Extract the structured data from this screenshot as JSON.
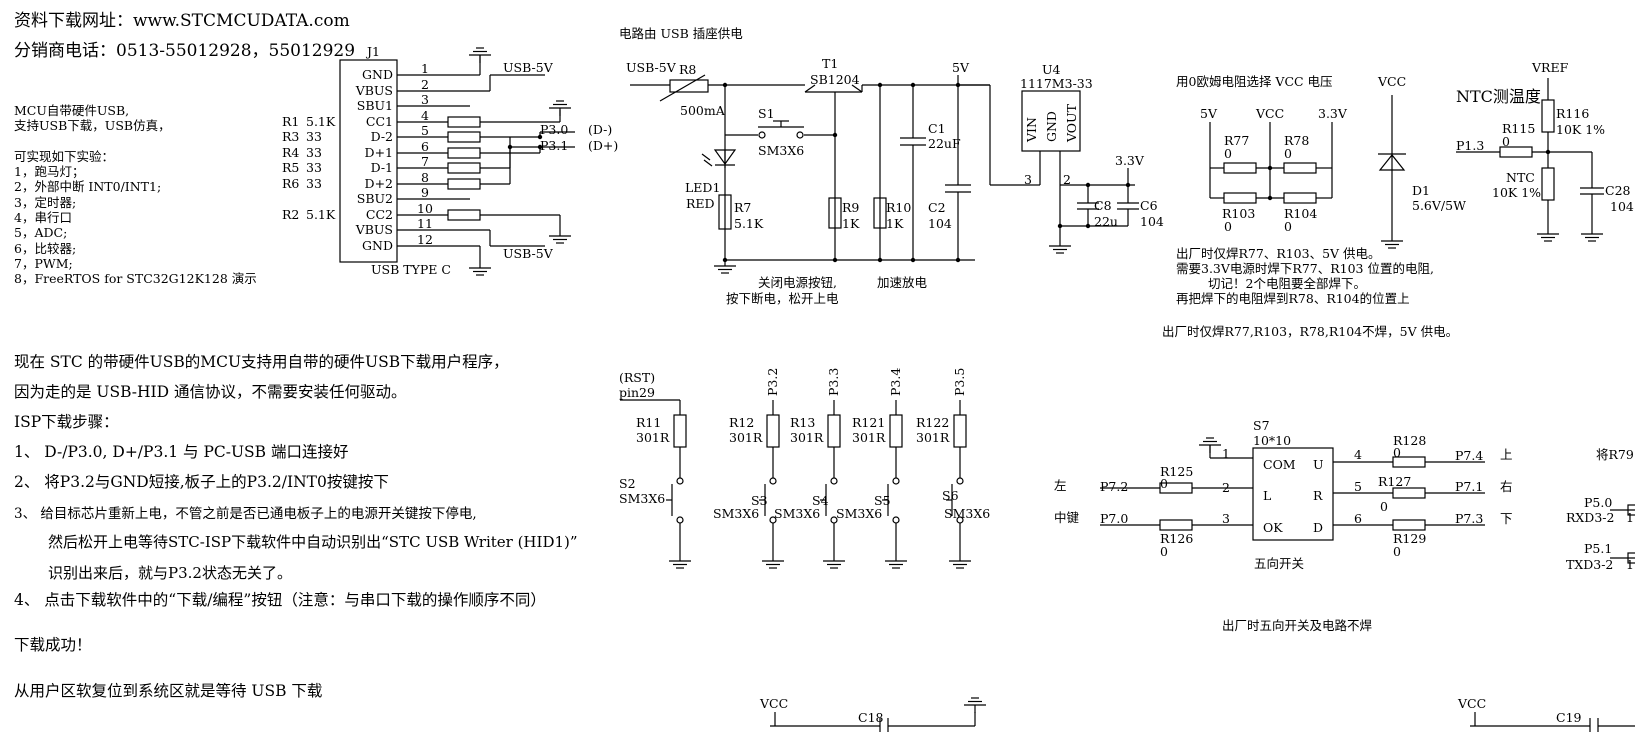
{
  "header": {
    "site": "资料下载网址：www.STCMCUDATA.com",
    "phone": "分销商电话：0513-55012928，55012929"
  },
  "mcu_notes": {
    "lines": [
      "MCU自带硬件USB,",
      "支持USB下载，USB仿真，",
      "",
      "可实现如下实验：",
      "1，跑马灯；",
      "2，外部中断 INT0/INT1;",
      "3，定时器;",
      "4，串行口",
      "5，ADC;",
      "6，比较器;",
      "7，PWM;",
      "8，FreeRTOS for STC32G12K128 演示"
    ]
  },
  "usb_connector": {
    "ref": "J1",
    "name": "USB TYPE C",
    "pins": [
      {
        "label": "GND",
        "num": "1"
      },
      {
        "label": "VBUS",
        "num": "2"
      },
      {
        "label": "SBU1",
        "num": "3"
      },
      {
        "label": "CC1",
        "num": "4"
      },
      {
        "label": "D-2",
        "num": "5"
      },
      {
        "label": "D+1",
        "num": "6"
      },
      {
        "label": "D-1",
        "num": "7"
      },
      {
        "label": "D+2",
        "num": "8"
      },
      {
        "label": "SBU2",
        "num": "9"
      },
      {
        "label": "CC2",
        "num": "10"
      },
      {
        "label": "VBUS",
        "num": "11"
      },
      {
        "label": "GND",
        "num": "12"
      }
    ],
    "resistors": [
      {
        "ref": "R1",
        "val": "5.1K"
      },
      {
        "ref": "R3",
        "val": "33"
      },
      {
        "ref": "R4",
        "val": "33"
      },
      {
        "ref": "R5",
        "val": "33"
      },
      {
        "ref": "R6",
        "val": "33"
      },
      {
        "ref": "R2",
        "val": "5.1K"
      }
    ],
    "net_usb5v": "USB-5V",
    "net_p30": "P3.0",
    "net_p31": "P3.1",
    "dminus": "(D-)",
    "dplus": "(D+)"
  },
  "power": {
    "title": "电路由 USB 插座供电",
    "usb5v": "USB-5V",
    "r8": "R8",
    "r8_val": "500mA",
    "s1": "S1",
    "s1_val": "SM3X6",
    "t1": "T1",
    "t1_val": "SB1204",
    "led": "LED1",
    "led_val": "RED",
    "r7": "R7",
    "r7_val": "5.1K",
    "r9": "R9",
    "r9_val": "1K",
    "r10": "R10",
    "r10_val": "1K",
    "c1": "C1",
    "c1_val": "22uF",
    "c2": "C2",
    "c2_val": "104",
    "net_5v": "5V",
    "note_switch_1": "关闭电源按钮,",
    "note_switch_2": "按下断电，松开上电",
    "note_discharge": "加速放电"
  },
  "regulator": {
    "ref": "U4",
    "part": "1117M3-33",
    "vin": "VIN",
    "gnd": "GND",
    "vout": "VOUT",
    "pin3": "3",
    "pin2": "2",
    "net_33v": "3.3V",
    "c8": "C8",
    "c8_val": "22u",
    "c6": "C6",
    "c6_val": "104"
  },
  "vcc_select": {
    "title": "用0欧姆电阻选择 VCC 电压",
    "net_5v": "5V",
    "net_vcc": "VCC",
    "net_33v": "3.3V",
    "r77": "R77",
    "r78": "R78",
    "r103": "R103",
    "r104": "R104",
    "zero": "0",
    "vcc2": "VCC",
    "d1": "D1",
    "d1_val": "5.6V/5W",
    "notes": [
      "出厂时仅焊R77、R103、5V 供电。",
      "需要3.3V电源时焊下R77、R103 位置的电阻,",
      "切记！2个电阻要全部焊下。",
      "再把焊下的电阻焊到R78、R104的位置上"
    ],
    "factory": "出厂时仅焊R77,R103，R78,R104不焊，5V 供电。"
  },
  "ntc": {
    "title": "NTC测温度",
    "vref": "VREF",
    "r116": "R116",
    "r116_val": "10K 1%",
    "r115": "R115",
    "r115_val": "0",
    "p13": "P1.3",
    "ntc": "NTC",
    "ntc_val": "10K 1%",
    "c28": "C28",
    "c28_val": "104"
  },
  "download_steps": {
    "line1": "现在 STC 的带硬件USB的MCU支持用自带的硬件USB下载用户程序，",
    "line2": "因为走的是 USB-HID 通信协议，不需要安装任何驱动。",
    "line3": "ISP下载步骤：",
    "step1": "1、 D-/P3.0, D+/P3.1 与 PC-USB 端口连接好",
    "step2": "2、 将P3.2与GND短接,板子上的P3.2/INT0按键按下",
    "step3": "3、 给目标芯片重新上电，不管之前是否已通电板子上的电源开关键按下停电,",
    "step3b": "然后松开上电等待STC-ISP下载软件中自动识别出“STC USB Writer (HID1)”",
    "step3c": "识别出来后，就与P3.2状态无关了。",
    "step4": "4、 点击下载软件中的“下载/编程”按钮（注意：与串口下载的操作顺序不同）",
    "success": "下载成功！",
    "reset": "从用户区软复位到系统区就是等待 USB 下载"
  },
  "buttons": {
    "rst": "(RST)",
    "pin29": "pin29",
    "items": [
      {
        "net": "",
        "r": "R11",
        "rv": "301R",
        "s": "S2",
        "sv": "SM3X6"
      },
      {
        "net": "P3.2",
        "r": "R12",
        "rv": "301R",
        "s": "S3",
        "sv": "SM3X6"
      },
      {
        "net": "P3.3",
        "r": "R13",
        "rv": "301R",
        "s": "S4",
        "sv": "SM3X6"
      },
      {
        "net": "P3.4",
        "r": "R121",
        "rv": "301R",
        "s": "S5",
        "sv": "SM3X6"
      },
      {
        "net": "P3.5",
        "r": "R122",
        "rv": "301R",
        "s": "S6",
        "sv": "SM3X6"
      }
    ]
  },
  "five_way": {
    "ref": "S7",
    "size": "10*10",
    "com": "COM",
    "l": "L",
    "ok": "OK",
    "u": "U",
    "r": "R",
    "d": "D",
    "p1": "1",
    "p2": "2",
    "p3": "3",
    "p4": "4",
    "p5": "5",
    "p6": "6",
    "left": "左",
    "center": "中键",
    "up": "上",
    "right": "右",
    "down": "下",
    "p72": "P7.2",
    "p70": "P7.0",
    "p74": "P7.4",
    "p71": "P7.1",
    "p73": "P7.3",
    "r125": "R125",
    "r126": "R126",
    "r127": "R127",
    "r128": "R128",
    "r129": "R129",
    "zero": "0",
    "name": "五向开关",
    "factory": "出厂时五向开关及电路不焊"
  },
  "right_edge": {
    "note": "将R79",
    "p50": "P5.0",
    "rxd": "RXD3-2",
    "p51": "P5.1",
    "txd": "TXD3-2",
    "one": "1("
  },
  "bottom": {
    "vcc1": "VCC",
    "c18": "C18",
    "vcc2": "VCC",
    "c19": "C19"
  }
}
